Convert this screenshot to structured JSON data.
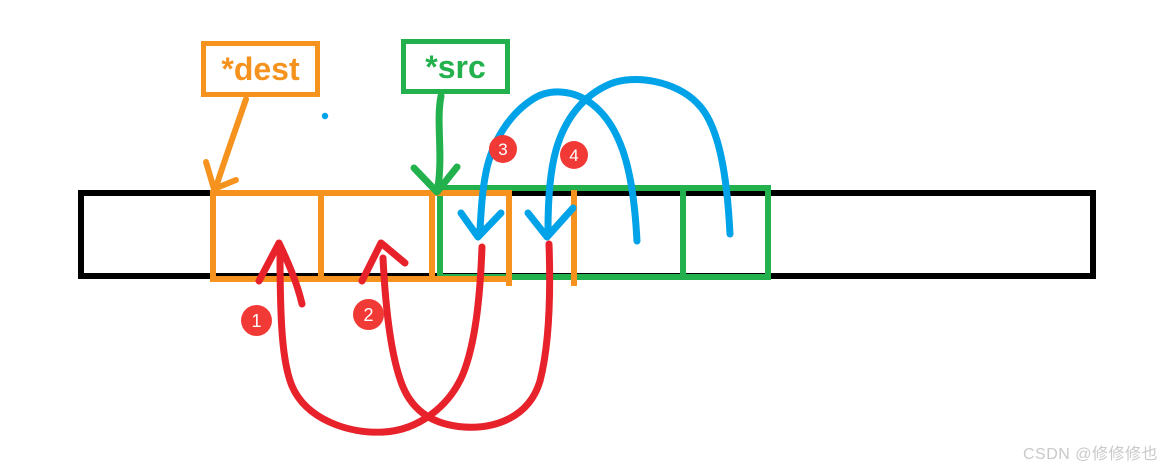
{
  "pointer_labels": {
    "dest": "*dest",
    "src": "*src"
  },
  "step_badges": [
    {
      "label": "1"
    },
    {
      "label": "2"
    },
    {
      "label": "3"
    },
    {
      "label": "4"
    }
  ],
  "watermark": "CSDN @修修修也",
  "structure": {
    "diagram_type": "memmove overlapping copy",
    "dest_region_cells": 4,
    "src_region_cells": 4,
    "overlap_cells": 2,
    "copy_steps": [
      {
        "step": "1",
        "from": "src cell 1",
        "to": "dest cell 1",
        "arrow_color": "red"
      },
      {
        "step": "2",
        "from": "src cell 2",
        "to": "dest cell 2",
        "arrow_color": "red"
      },
      {
        "step": "3",
        "from": "src cell 3",
        "to": "dest cell 3",
        "arrow_color": "blue"
      },
      {
        "step": "4",
        "from": "src cell 4",
        "to": "dest cell 4",
        "arrow_color": "blue"
      }
    ]
  },
  "colors": {
    "orange": "#F6921E",
    "green": "#22B14C",
    "blue": "#00A2E8",
    "red": "#E8222B",
    "badge": "#F13A36",
    "black": "#000000",
    "wm": "#C9C9C9"
  }
}
